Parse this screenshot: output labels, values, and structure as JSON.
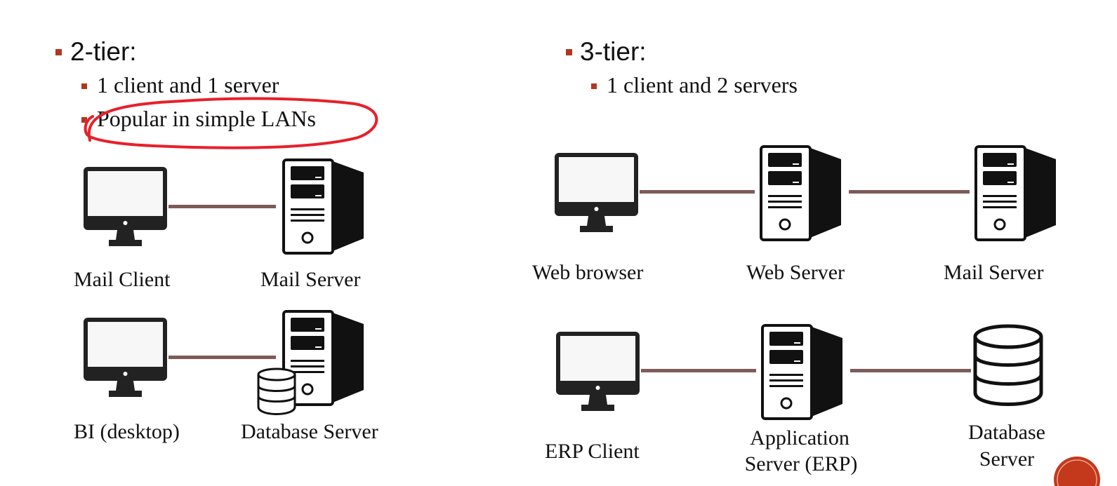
{
  "left": {
    "heading": "2-tier:",
    "bullets": [
      "1 client and 1 server",
      "Popular in simple LANs"
    ],
    "rows": [
      {
        "client_label": "Mail Client",
        "server_label": "Mail Server"
      },
      {
        "client_label": "BI (desktop)",
        "server_label": "Database Server"
      }
    ]
  },
  "right": {
    "heading": "3-tier:",
    "bullets": [
      "1 client and 2 servers"
    ],
    "row1": {
      "a": "Web browser",
      "b": "Web Server",
      "c": "Mail Server"
    },
    "row2": {
      "a": "ERP Client",
      "b_line1": "Application",
      "b_line2": "Server (ERP)",
      "c_line1": "Database",
      "c_line2": "Server"
    }
  },
  "colors": {
    "bullet": "#b2361f",
    "connector": "#7d5b59",
    "highlight": "#e8202a",
    "icon": "#111111"
  }
}
